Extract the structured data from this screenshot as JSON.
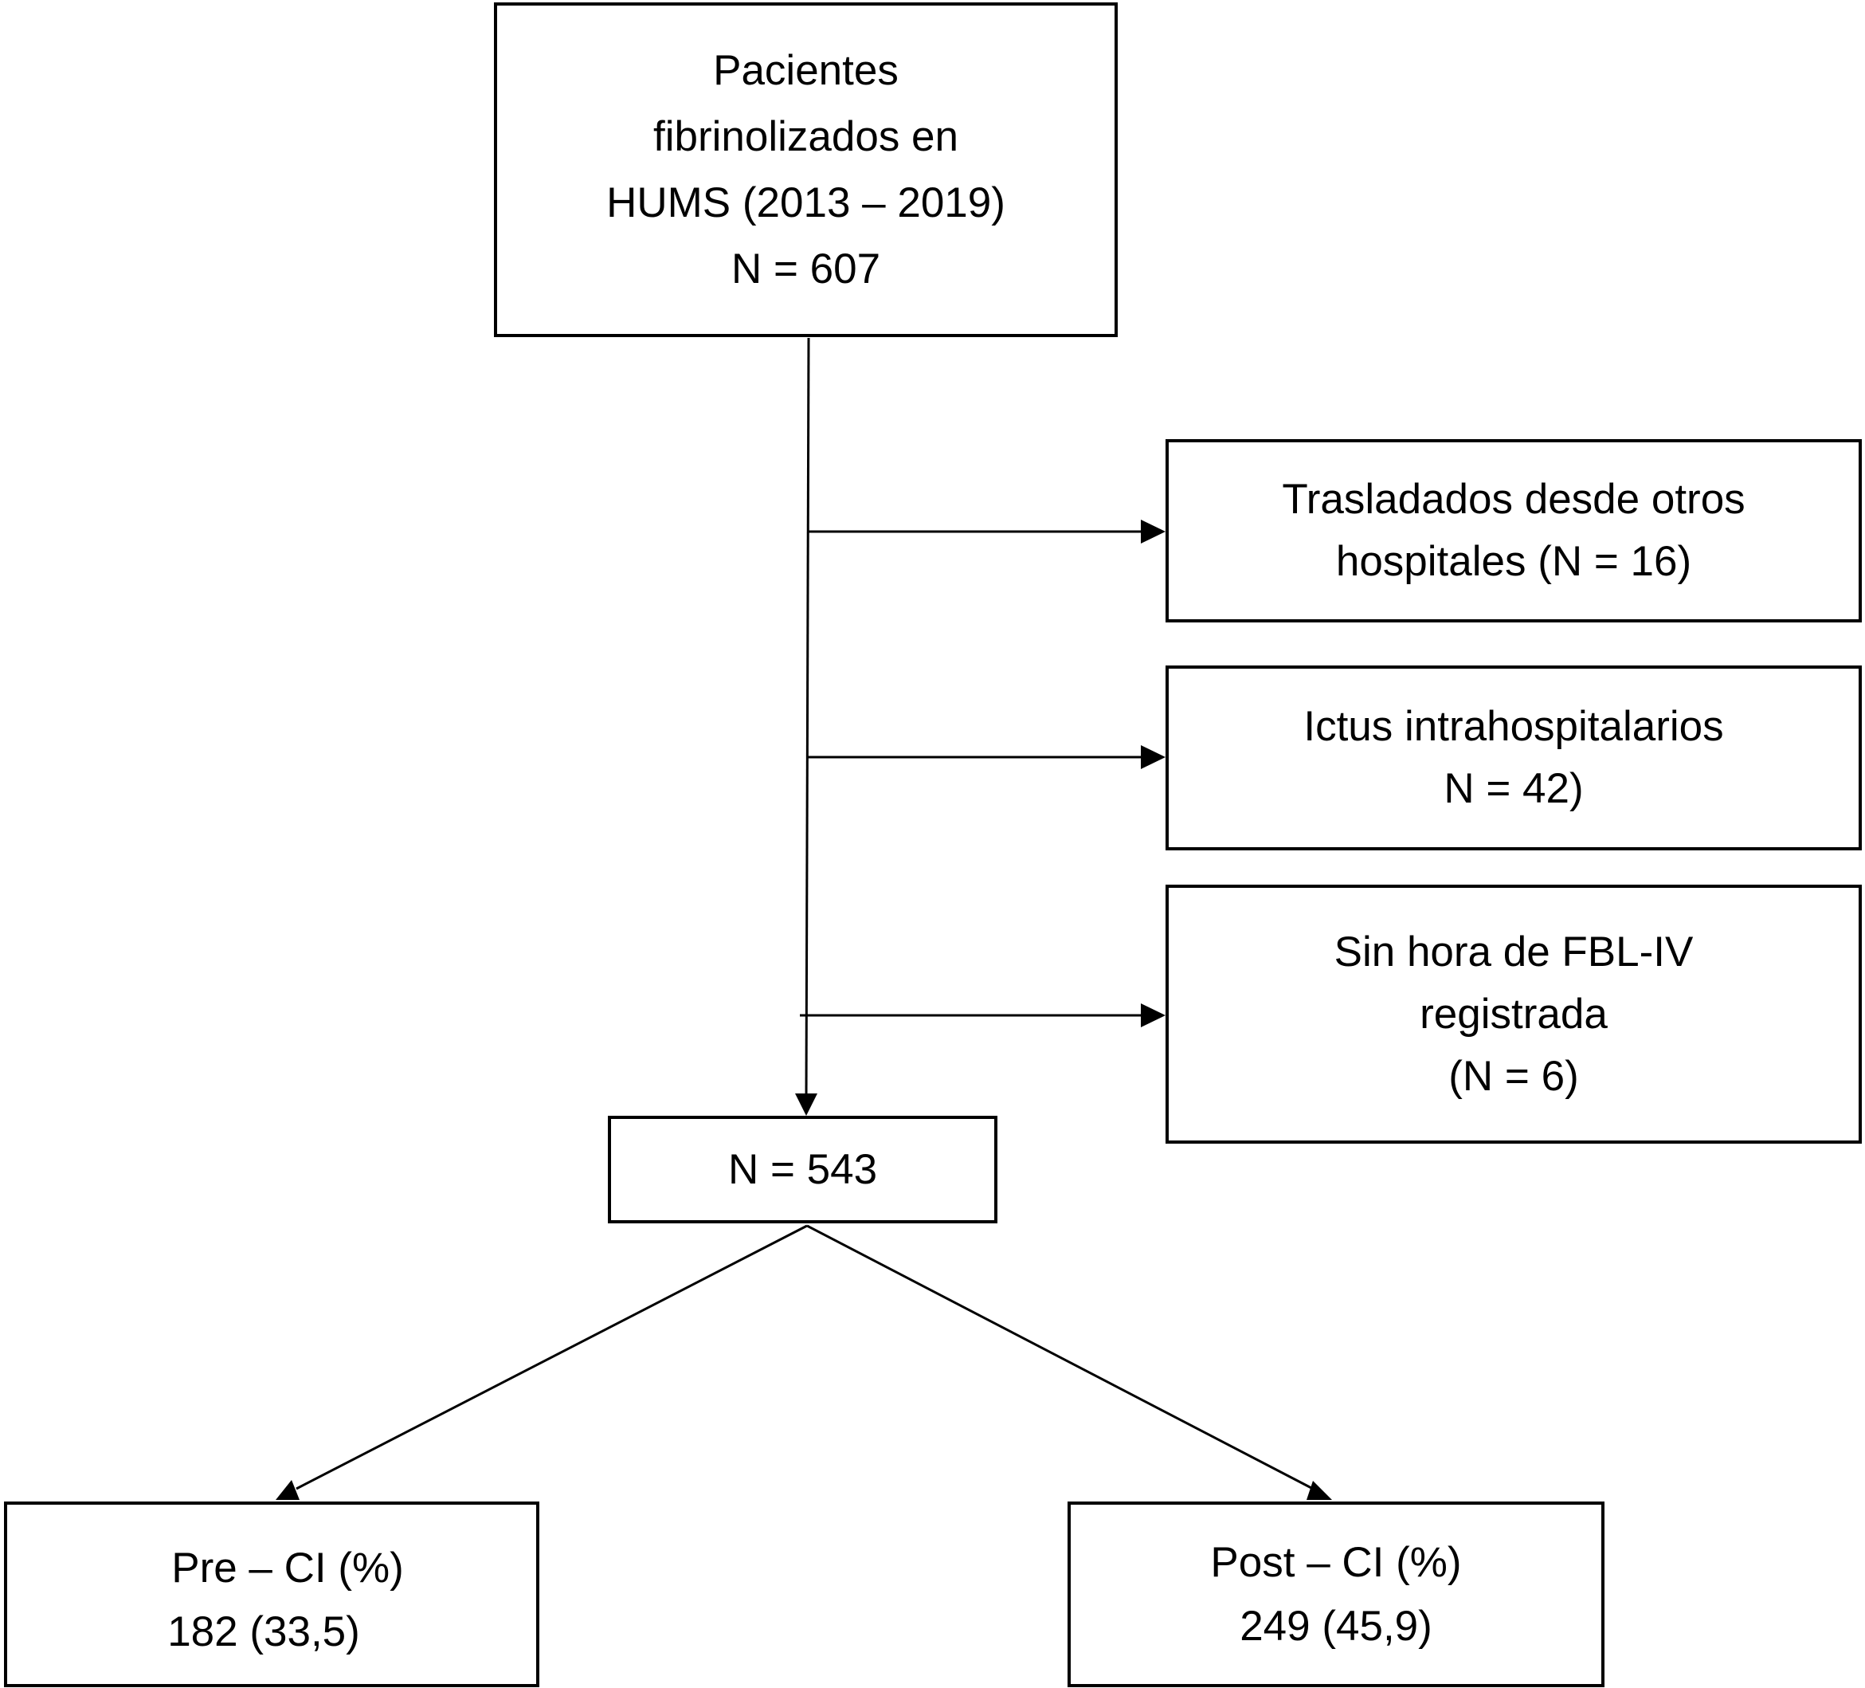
{
  "flowchart": {
    "root": {
      "lines": [
        "Pacientes",
        "fibrinolizados en",
        "HUMS (2013 – 2019)",
        "N = 607"
      ]
    },
    "exclusions": [
      {
        "lines": [
          "Trasladados desde otros",
          "hospitales (N = 16)"
        ]
      },
      {
        "lines": [
          "Ictus intrahospitalarios",
          "N = 42)"
        ]
      },
      {
        "lines": [
          "Sin hora de FBL-IV",
          "registrada",
          "(N = 6)"
        ]
      }
    ],
    "included": {
      "lines": [
        "N = 543"
      ]
    },
    "groups": [
      {
        "lines": [
          "Pre – CI (%)",
          "182 (33,5)"
        ]
      },
      {
        "lines": [
          "Post – CI (%)",
          "249 (45,9)"
        ]
      }
    ]
  }
}
